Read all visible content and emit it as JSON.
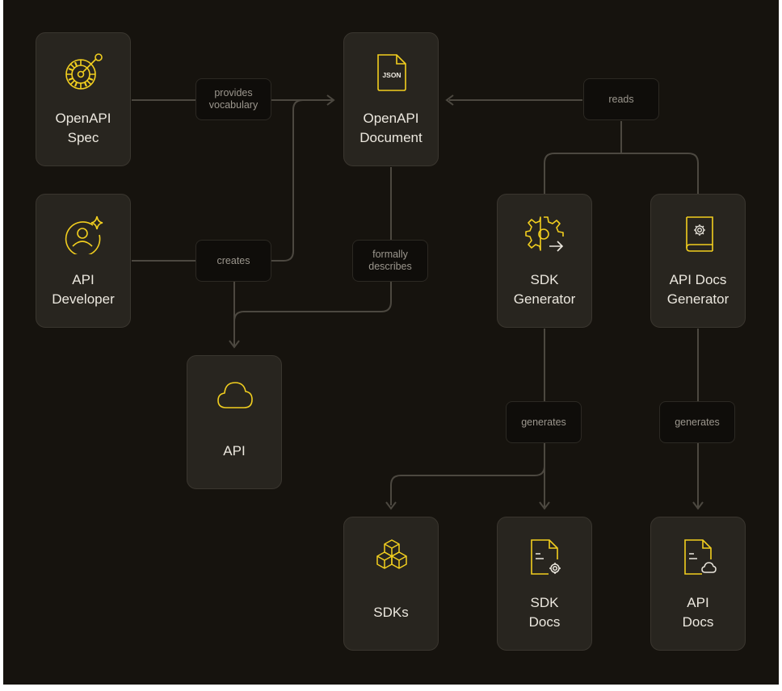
{
  "nodes": {
    "openapi_spec": {
      "line1": "OpenAPI",
      "line2": "Spec"
    },
    "openapi_document": {
      "line1": "OpenAPI",
      "line2": "Document",
      "icon_text": "JSON"
    },
    "api_developer": {
      "line1": "API",
      "line2": "Developer"
    },
    "sdk_generator": {
      "line1": "SDK",
      "line2": "Generator"
    },
    "api_docs_generator": {
      "line1": "API Docs",
      "line2": "Generator"
    },
    "api": {
      "label": "API"
    },
    "sdks": {
      "label": "SDKs"
    },
    "sdk_docs": {
      "line1": "SDK",
      "line2": "Docs"
    },
    "api_docs": {
      "line1": "API",
      "line2": "Docs"
    }
  },
  "edges": {
    "provides_vocabulary": {
      "line1": "provides",
      "line2": "vocabulary"
    },
    "reads": {
      "label": "reads"
    },
    "creates": {
      "label": "creates"
    },
    "formally_describes": {
      "line1": "formally",
      "line2": "describes"
    },
    "generates_sdk": {
      "label": "generates"
    },
    "generates_docs": {
      "label": "generates"
    }
  },
  "colors": {
    "background": "#16130e",
    "node_fill": "#28251f",
    "tag_fill": "#0f0d0a",
    "accent": "#f2cf1f",
    "connector": "#4c4840",
    "text": "#ece8df",
    "tag_text": "#9b968d"
  },
  "icons": {
    "openapi_spec": "openapi-logo-icon",
    "openapi_document": "json-file-icon",
    "api_developer": "developer-avatar-icon",
    "sdk_generator": "gear-arrow-icon",
    "api_docs_generator": "book-gear-icon",
    "api": "cloud-icon",
    "sdks": "cubes-icon",
    "sdk_docs": "doc-gear-icon",
    "api_docs": "doc-cloud-icon"
  }
}
